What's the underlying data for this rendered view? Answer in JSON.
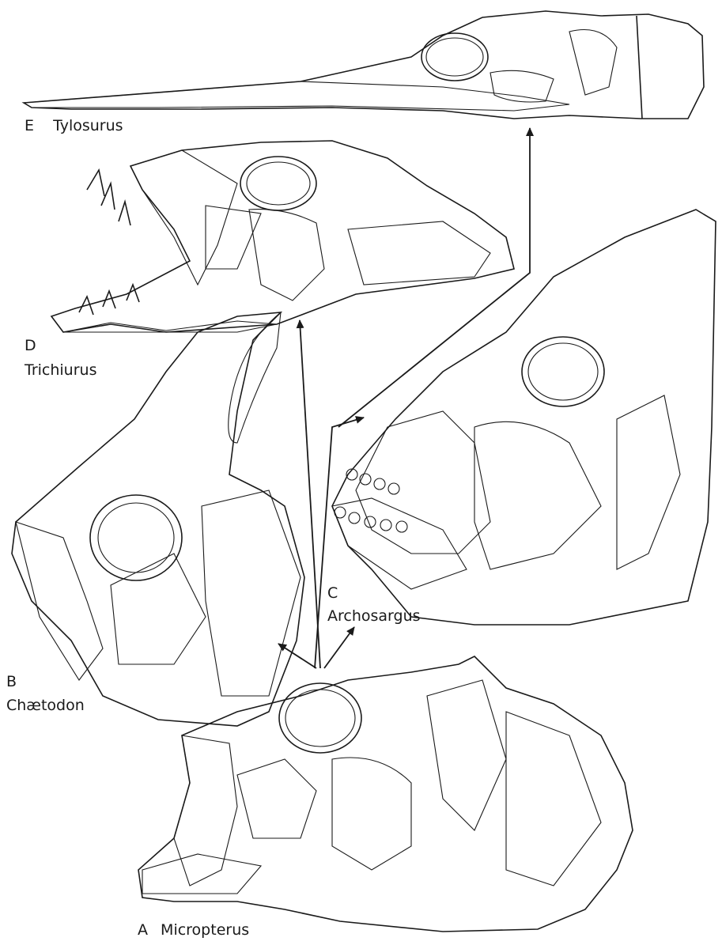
{
  "figure": {
    "specimens": [
      {
        "letter": "A",
        "genus": "Micropterus"
      },
      {
        "letter": "B",
        "genus": "Chætodon"
      },
      {
        "letter": "C",
        "genus": "Archosargus"
      },
      {
        "letter": "D",
        "genus": "Trichiurus"
      },
      {
        "letter": "E",
        "genus": "Tylosurus"
      }
    ]
  }
}
